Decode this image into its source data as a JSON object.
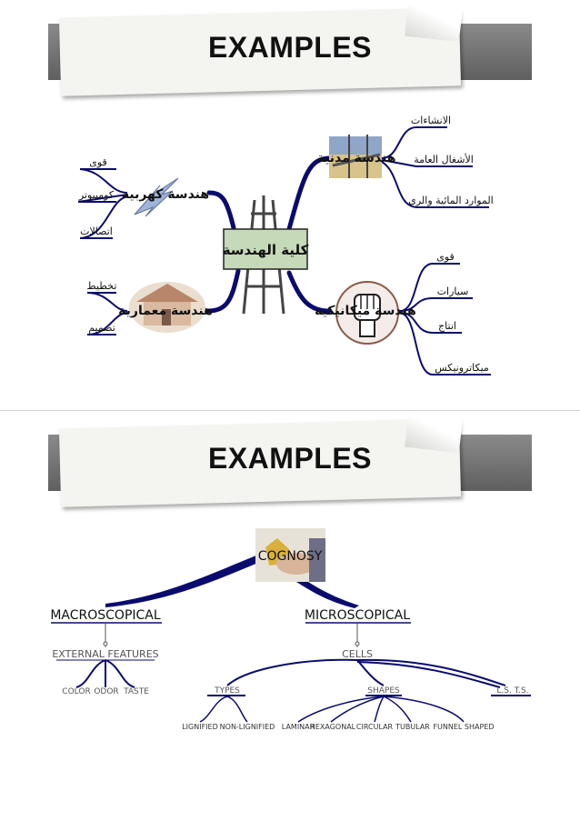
{
  "slide1": {
    "title": "EXAMPLES",
    "center": "كلية الهندسة",
    "branches": {
      "electrical": {
        "label": "هندسة كهربية",
        "items": [
          "قوى",
          "كومبيوتر",
          "اتصالات"
        ]
      },
      "civil": {
        "label": "هندسة مدنية",
        "items": [
          "الانشاءات",
          "الأشغال العامة",
          "الموارد المائية والري"
        ]
      },
      "architecture": {
        "label": "هندسة معمارية",
        "items": [
          "تخطيط",
          "تصميم"
        ]
      },
      "mechanical": {
        "label": "هندسة ميكانيكية",
        "items": [
          "قوى",
          "سيارات",
          "انتاج",
          "ميكاترونيكس"
        ]
      }
    }
  },
  "slide2": {
    "title": "EXAMPLES",
    "root": "COGNOSY",
    "macro": {
      "label": "MACROSCOPICAL",
      "child": "EXTERNAL FEATURES",
      "leaves": [
        "COLOR",
        "ODOR",
        "TASTE"
      ]
    },
    "micro": {
      "label": "MICROSCOPICAL",
      "child": "CELLS",
      "types": {
        "label": "TYPES",
        "leaves": [
          "LIGNIFIED",
          "NON-LIGNIFIED"
        ]
      },
      "shapes": {
        "label": "SHAPES",
        "leaves": [
          "LAMINAR",
          "HEXAGONAL",
          "CIRCULAR",
          "TUBULAR",
          "FUNNEL SHAPED"
        ]
      },
      "sections": "L.S.  T.S."
    }
  },
  "colors": {
    "branch": "#0b0b6e",
    "center_bg": "#c6d9b8",
    "banner": "#6f6f6f"
  }
}
